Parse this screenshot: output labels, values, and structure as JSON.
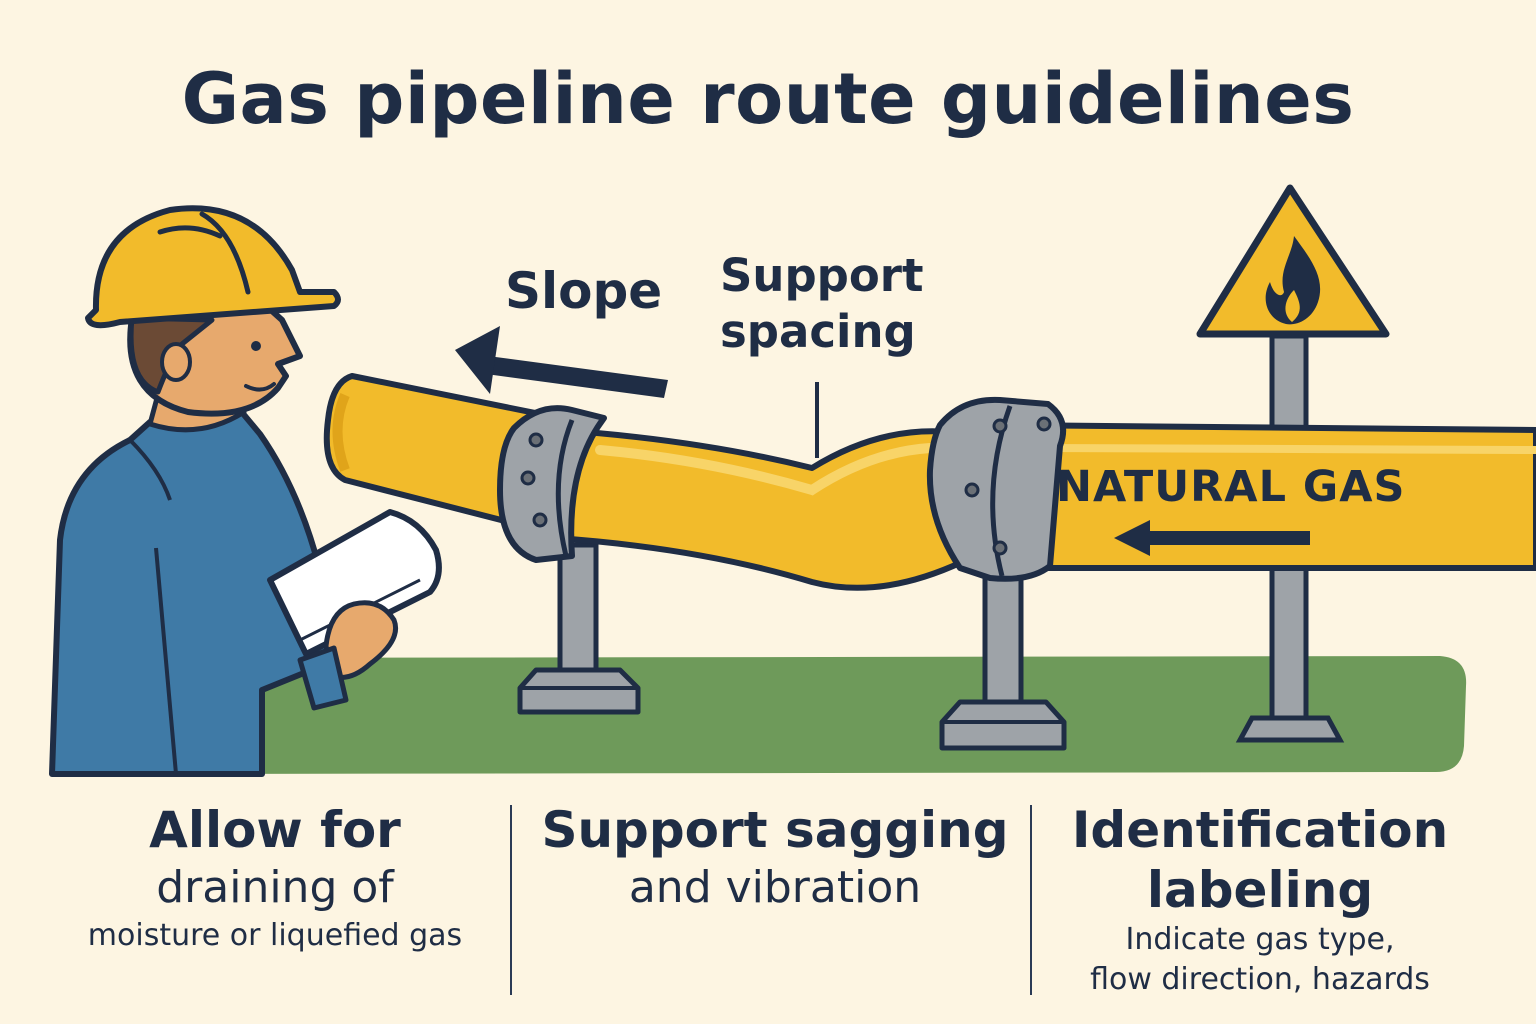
{
  "title": "Gas pipeline route guidelines",
  "labels": {
    "slope": "Slope",
    "support_spacing_line1": "Support",
    "support_spacing_line2": "spacing",
    "pipe_label": "NATURAL GAS"
  },
  "columns": [
    {
      "heading": "Allow for",
      "line2": "draining of",
      "detail": "moisture or liquefied gas"
    },
    {
      "heading": "Support sagging",
      "line2": "and vibration"
    },
    {
      "heading": "Identification",
      "line2": "labeling",
      "detail1": "Indicate gas type,",
      "detail2": "flow direction, hazards"
    }
  ],
  "icons": [
    "hard-hat-icon",
    "flame-warning-icon",
    "flow-arrow-icon",
    "slope-arrow-icon"
  ],
  "colors": {
    "background": "#fdf5e2",
    "pipe": "#f2bb2b",
    "ground": "#6e9a5a",
    "outline": "#1f2d45",
    "steel": "#9ea3a8",
    "shirt": "#3f7aa6"
  }
}
